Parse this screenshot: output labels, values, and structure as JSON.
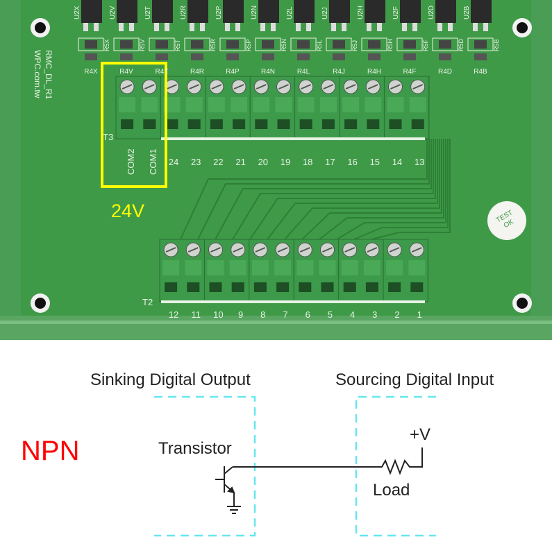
{
  "board": {
    "chips": [
      "U2X",
      "U2V",
      "U2T",
      "U2R",
      "U2P",
      "U2N",
      "U2L",
      "U2J",
      "U2H",
      "U2F",
      "U2D",
      "U2B"
    ],
    "r5_labels": [
      "R5X",
      "R5V",
      "R5T",
      "R5R",
      "R5P",
      "R5N",
      "R5L",
      "R5J",
      "R5H",
      "R5F",
      "R5D",
      "R5B"
    ],
    "r4_labels": [
      "R4X",
      "R4V",
      "R4T",
      "R4R",
      "R4P",
      "R4N",
      "R4L",
      "R4J",
      "R4H",
      "R4F",
      "R4D",
      "R4B"
    ],
    "model": "RMC_DL_R1",
    "website": "WPC.com.tw",
    "t3_label": "T3",
    "t2_label": "T2",
    "com_labels": [
      "COM2",
      "COM1"
    ],
    "top_pins": [
      "24",
      "23",
      "22",
      "21",
      "20",
      "19",
      "18",
      "17",
      "16",
      "15",
      "14",
      "13"
    ],
    "bottom_pins": [
      "12",
      "11",
      "10",
      "9",
      "8",
      "7",
      "6",
      "5",
      "4",
      "3",
      "2",
      "1"
    ],
    "test_sticker": [
      "TEST",
      "OK"
    ],
    "highlight_label": "24V",
    "highlight_color": "#ffff00",
    "board_color": "#3f9a48"
  },
  "diagram": {
    "npn_label": "NPN",
    "npn_color": "#ff0000",
    "left_title": "Sinking Digital Output",
    "right_title": "Sourcing Digital Input",
    "transistor_label": "Transistor",
    "load_label": "Load",
    "supply_label": "+V",
    "box_color": "#66e6f0"
  }
}
